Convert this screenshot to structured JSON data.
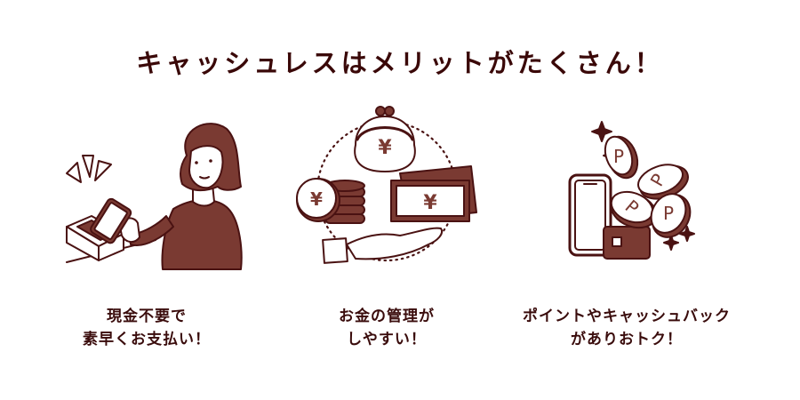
{
  "title": "キャッシュレスはメリットがたくさん！",
  "colors": {
    "title": "#3a0808",
    "line": "#4a1212",
    "fill": "#7a3a32",
    "white": "#ffffff"
  },
  "panels": [
    {
      "illustration": "woman-paying-with-smartphone",
      "caption": {
        "line1": "現金不要で",
        "line2": "素早くお支払い！"
      }
    },
    {
      "illustration": "money-management-cycle",
      "caption": {
        "line1": "お金の管理が",
        "line2": "しやすい！"
      }
    },
    {
      "illustration": "points-and-cashback",
      "caption": {
        "line1": "ポイントやキャッシュバック",
        "line2": "がありおトク！"
      }
    }
  ],
  "symbols": {
    "yen": "¥",
    "point": "P"
  }
}
